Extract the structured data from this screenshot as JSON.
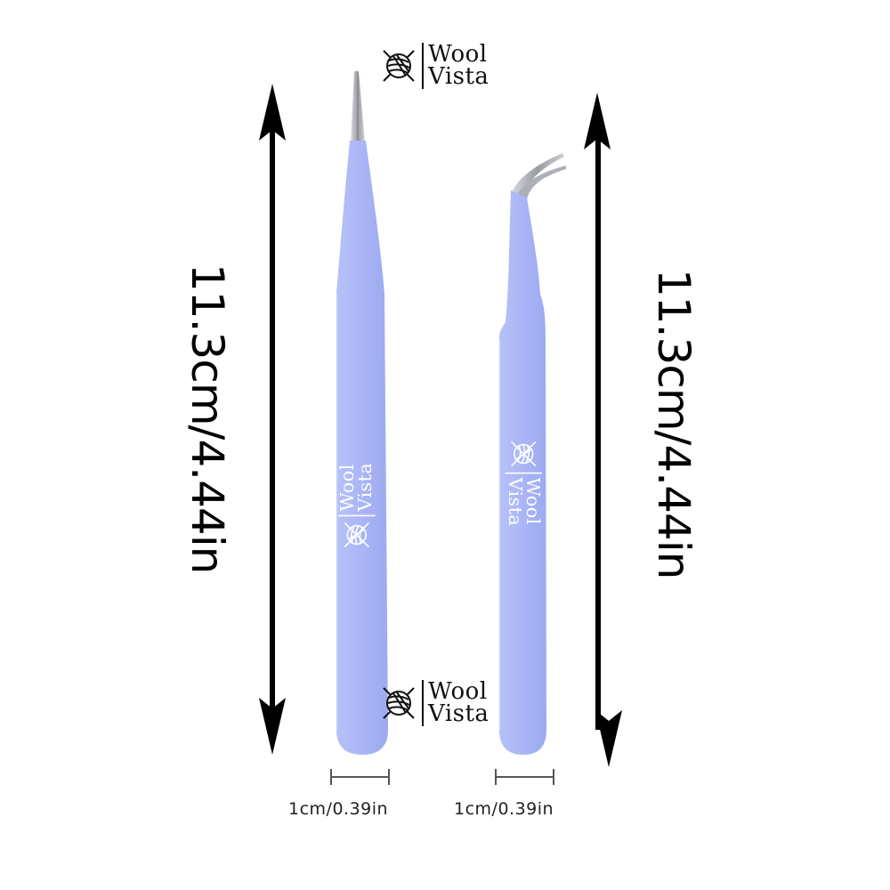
{
  "brand": {
    "name_line1": "Wool",
    "name_line2": "Vista",
    "icon": "yarn-ball-icon"
  },
  "products": [
    {
      "name": "straight-tweezer",
      "tip": "straight",
      "length_label": "11.3cm/4.44in",
      "width_label": "1cm/0.39in"
    },
    {
      "name": "curved-tweezer",
      "tip": "curved",
      "length_label": "11.3cm/4.44in",
      "width_label": "1cm/0.39in"
    }
  ],
  "colors": {
    "tweezer_body": "#aab6f5",
    "tweezer_tip": "#b9bcc4",
    "arrow": "#000000",
    "scale_bar": "#555555",
    "background": "#ffffff"
  }
}
